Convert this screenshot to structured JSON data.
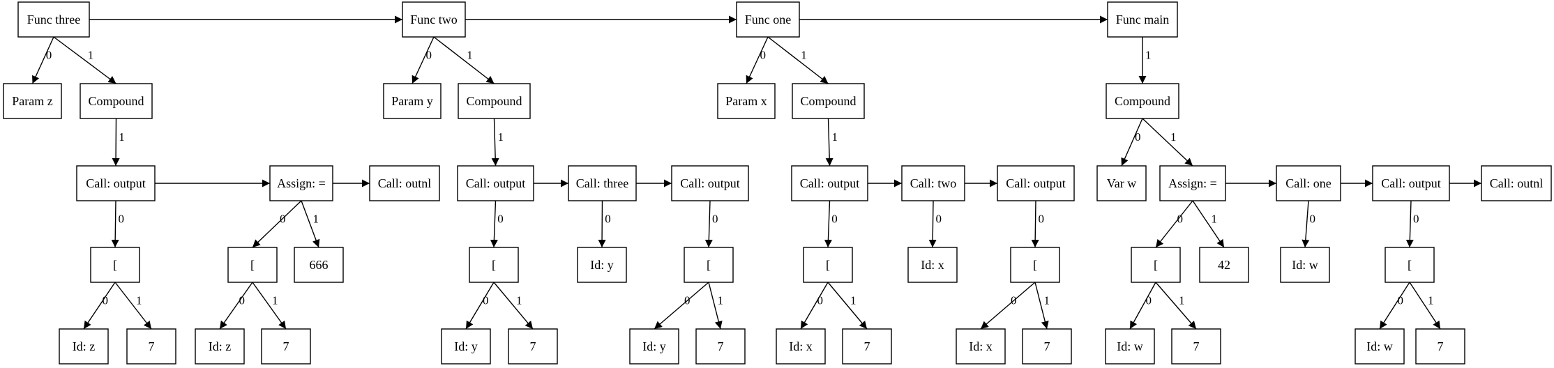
{
  "nodes": [
    {
      "id": "f3",
      "label": "Func three"
    },
    {
      "id": "pz",
      "label": "Param z"
    },
    {
      "id": "c3",
      "label": "Compound"
    },
    {
      "id": "co3",
      "label": "Call: output"
    },
    {
      "id": "as3",
      "label": "Assign: ="
    },
    {
      "id": "on3",
      "label": "Call: outnl"
    },
    {
      "id": "br3a",
      "label": "["
    },
    {
      "id": "br3b",
      "label": "["
    },
    {
      "id": "n666",
      "label": "666"
    },
    {
      "id": "idz1",
      "label": "Id: z"
    },
    {
      "id": "s7a",
      "label": "7"
    },
    {
      "id": "idz2",
      "label": "Id: z"
    },
    {
      "id": "s7b",
      "label": "7"
    },
    {
      "id": "f2",
      "label": "Func two"
    },
    {
      "id": "py",
      "label": "Param y"
    },
    {
      "id": "c2",
      "label": "Compound"
    },
    {
      "id": "co2a",
      "label": "Call: output"
    },
    {
      "id": "ct3",
      "label": "Call: three"
    },
    {
      "id": "co2b",
      "label": "Call: output"
    },
    {
      "id": "br2a",
      "label": "["
    },
    {
      "id": "idy0",
      "label": "Id: y"
    },
    {
      "id": "br2b",
      "label": "["
    },
    {
      "id": "idy1",
      "label": "Id: y"
    },
    {
      "id": "s7c",
      "label": "7"
    },
    {
      "id": "idy2",
      "label": "Id: y"
    },
    {
      "id": "s7d",
      "label": "7"
    },
    {
      "id": "f1",
      "label": "Func one"
    },
    {
      "id": "px",
      "label": "Param x"
    },
    {
      "id": "c1",
      "label": "Compound"
    },
    {
      "id": "co1a",
      "label": "Call: output"
    },
    {
      "id": "ct2",
      "label": "Call: two"
    },
    {
      "id": "co1b",
      "label": "Call: output"
    },
    {
      "id": "br1a",
      "label": "["
    },
    {
      "id": "idx0",
      "label": "Id: x"
    },
    {
      "id": "br1b",
      "label": "["
    },
    {
      "id": "idx1",
      "label": "Id: x"
    },
    {
      "id": "s7e",
      "label": "7"
    },
    {
      "id": "idx2",
      "label": "Id: x"
    },
    {
      "id": "s7f",
      "label": "7"
    },
    {
      "id": "fm",
      "label": "Func main"
    },
    {
      "id": "cm",
      "label": "Compound"
    },
    {
      "id": "vw",
      "label": "Var w"
    },
    {
      "id": "asm",
      "label": "Assign: ="
    },
    {
      "id": "ct1",
      "label": "Call: one"
    },
    {
      "id": "com",
      "label": "Call: output"
    },
    {
      "id": "onm",
      "label": "Call: outnl"
    },
    {
      "id": "brma",
      "label": "["
    },
    {
      "id": "n42",
      "label": "42"
    },
    {
      "id": "idw0",
      "label": "Id: w"
    },
    {
      "id": "brmb",
      "label": "["
    },
    {
      "id": "idw1",
      "label": "Id: w"
    },
    {
      "id": "s7g",
      "label": "7"
    },
    {
      "id": "idw2",
      "label": "Id: w"
    },
    {
      "id": "s7h",
      "label": "7"
    }
  ],
  "edges": [
    {
      "from": "f3",
      "to": "f2",
      "label": ""
    },
    {
      "from": "f2",
      "to": "f1",
      "label": ""
    },
    {
      "from": "f1",
      "to": "fm",
      "label": ""
    },
    {
      "from": "f3",
      "to": "pz",
      "label": "0"
    },
    {
      "from": "f3",
      "to": "c3",
      "label": "1"
    },
    {
      "from": "c3",
      "to": "co3",
      "label": "1"
    },
    {
      "from": "co3",
      "to": "as3",
      "label": ""
    },
    {
      "from": "as3",
      "to": "on3",
      "label": ""
    },
    {
      "from": "co3",
      "to": "br3a",
      "label": "0"
    },
    {
      "from": "as3",
      "to": "br3b",
      "label": "0"
    },
    {
      "from": "as3",
      "to": "n666",
      "label": "1"
    },
    {
      "from": "br3a",
      "to": "idz1",
      "label": "0"
    },
    {
      "from": "br3a",
      "to": "s7a",
      "label": "1"
    },
    {
      "from": "br3b",
      "to": "idz2",
      "label": "0"
    },
    {
      "from": "br3b",
      "to": "s7b",
      "label": "1"
    },
    {
      "from": "f2",
      "to": "py",
      "label": "0"
    },
    {
      "from": "f2",
      "to": "c2",
      "label": "1"
    },
    {
      "from": "c2",
      "to": "co2a",
      "label": "1"
    },
    {
      "from": "co2a",
      "to": "ct3",
      "label": ""
    },
    {
      "from": "ct3",
      "to": "co2b",
      "label": ""
    },
    {
      "from": "co2a",
      "to": "br2a",
      "label": "0"
    },
    {
      "from": "ct3",
      "to": "idy0",
      "label": "0"
    },
    {
      "from": "co2b",
      "to": "br2b",
      "label": "0"
    },
    {
      "from": "br2a",
      "to": "idy1",
      "label": "0"
    },
    {
      "from": "br2a",
      "to": "s7c",
      "label": "1"
    },
    {
      "from": "br2b",
      "to": "idy2",
      "label": "0"
    },
    {
      "from": "br2b",
      "to": "s7d",
      "label": "1"
    },
    {
      "from": "f1",
      "to": "px",
      "label": "0"
    },
    {
      "from": "f1",
      "to": "c1",
      "label": "1"
    },
    {
      "from": "c1",
      "to": "co1a",
      "label": "1"
    },
    {
      "from": "co1a",
      "to": "ct2",
      "label": ""
    },
    {
      "from": "ct2",
      "to": "co1b",
      "label": ""
    },
    {
      "from": "co1a",
      "to": "br1a",
      "label": "0"
    },
    {
      "from": "ct2",
      "to": "idx0",
      "label": "0"
    },
    {
      "from": "co1b",
      "to": "br1b",
      "label": "0"
    },
    {
      "from": "br1a",
      "to": "idx1",
      "label": "0"
    },
    {
      "from": "br1a",
      "to": "s7e",
      "label": "1"
    },
    {
      "from": "br1b",
      "to": "idx2",
      "label": "0"
    },
    {
      "from": "br1b",
      "to": "s7f",
      "label": "1"
    },
    {
      "from": "fm",
      "to": "cm",
      "label": "1"
    },
    {
      "from": "cm",
      "to": "vw",
      "label": "0"
    },
    {
      "from": "cm",
      "to": "asm",
      "label": "1"
    },
    {
      "from": "asm",
      "to": "ct1",
      "label": ""
    },
    {
      "from": "ct1",
      "to": "com",
      "label": ""
    },
    {
      "from": "com",
      "to": "onm",
      "label": ""
    },
    {
      "from": "asm",
      "to": "brma",
      "label": "0"
    },
    {
      "from": "asm",
      "to": "n42",
      "label": "1"
    },
    {
      "from": "ct1",
      "to": "idw0",
      "label": "0"
    },
    {
      "from": "com",
      "to": "brmb",
      "label": "0"
    },
    {
      "from": "brma",
      "to": "idw1",
      "label": "0"
    },
    {
      "from": "brma",
      "to": "s7g",
      "label": "1"
    },
    {
      "from": "brmb",
      "to": "idw2",
      "label": "0"
    },
    {
      "from": "brmb",
      "to": "s7h",
      "label": "1"
    }
  ]
}
